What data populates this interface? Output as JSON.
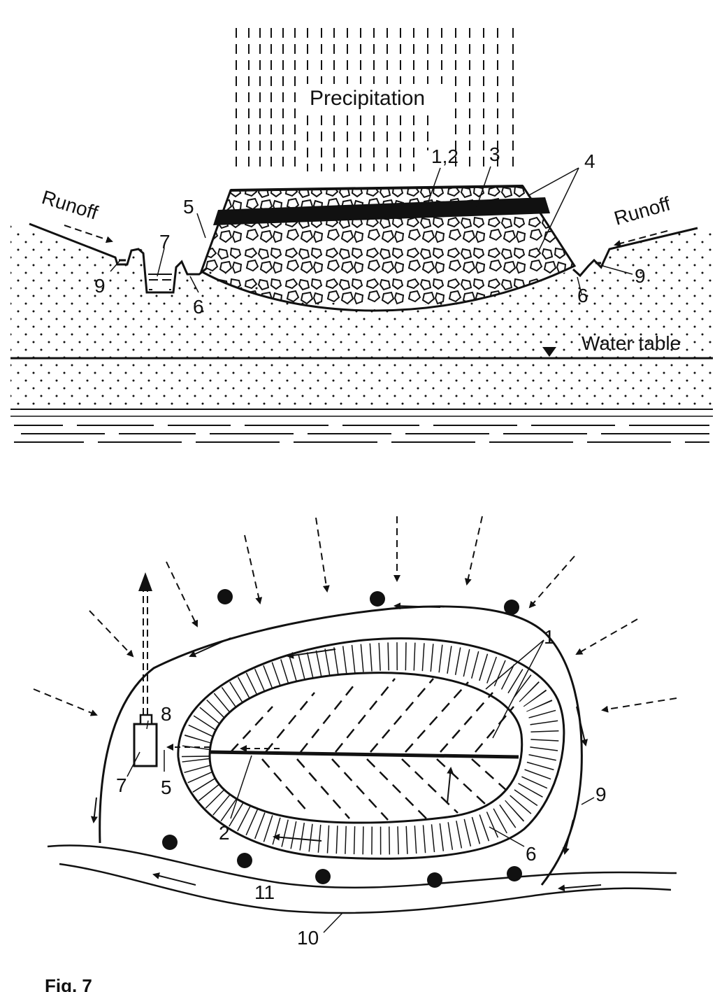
{
  "section": {
    "precipitation": "Precipitation",
    "runoff_left": "Runoff",
    "runoff_right": "Runoff",
    "water_table": "Water table",
    "labels": {
      "l12": "1,2",
      "l3": "3",
      "l4": "4",
      "l5": "5",
      "l6_left": "6",
      "l6_right": "6",
      "l7": "7",
      "l9_left": "9",
      "l9_right": "9"
    }
  },
  "plan": {
    "labels": {
      "l1": "1",
      "l2": "2",
      "l5": "5",
      "l6": "6",
      "l7": "7",
      "l8": "8",
      "l9": "9",
      "l10": "10",
      "l11": "11"
    }
  },
  "caption": "Fig. 7"
}
